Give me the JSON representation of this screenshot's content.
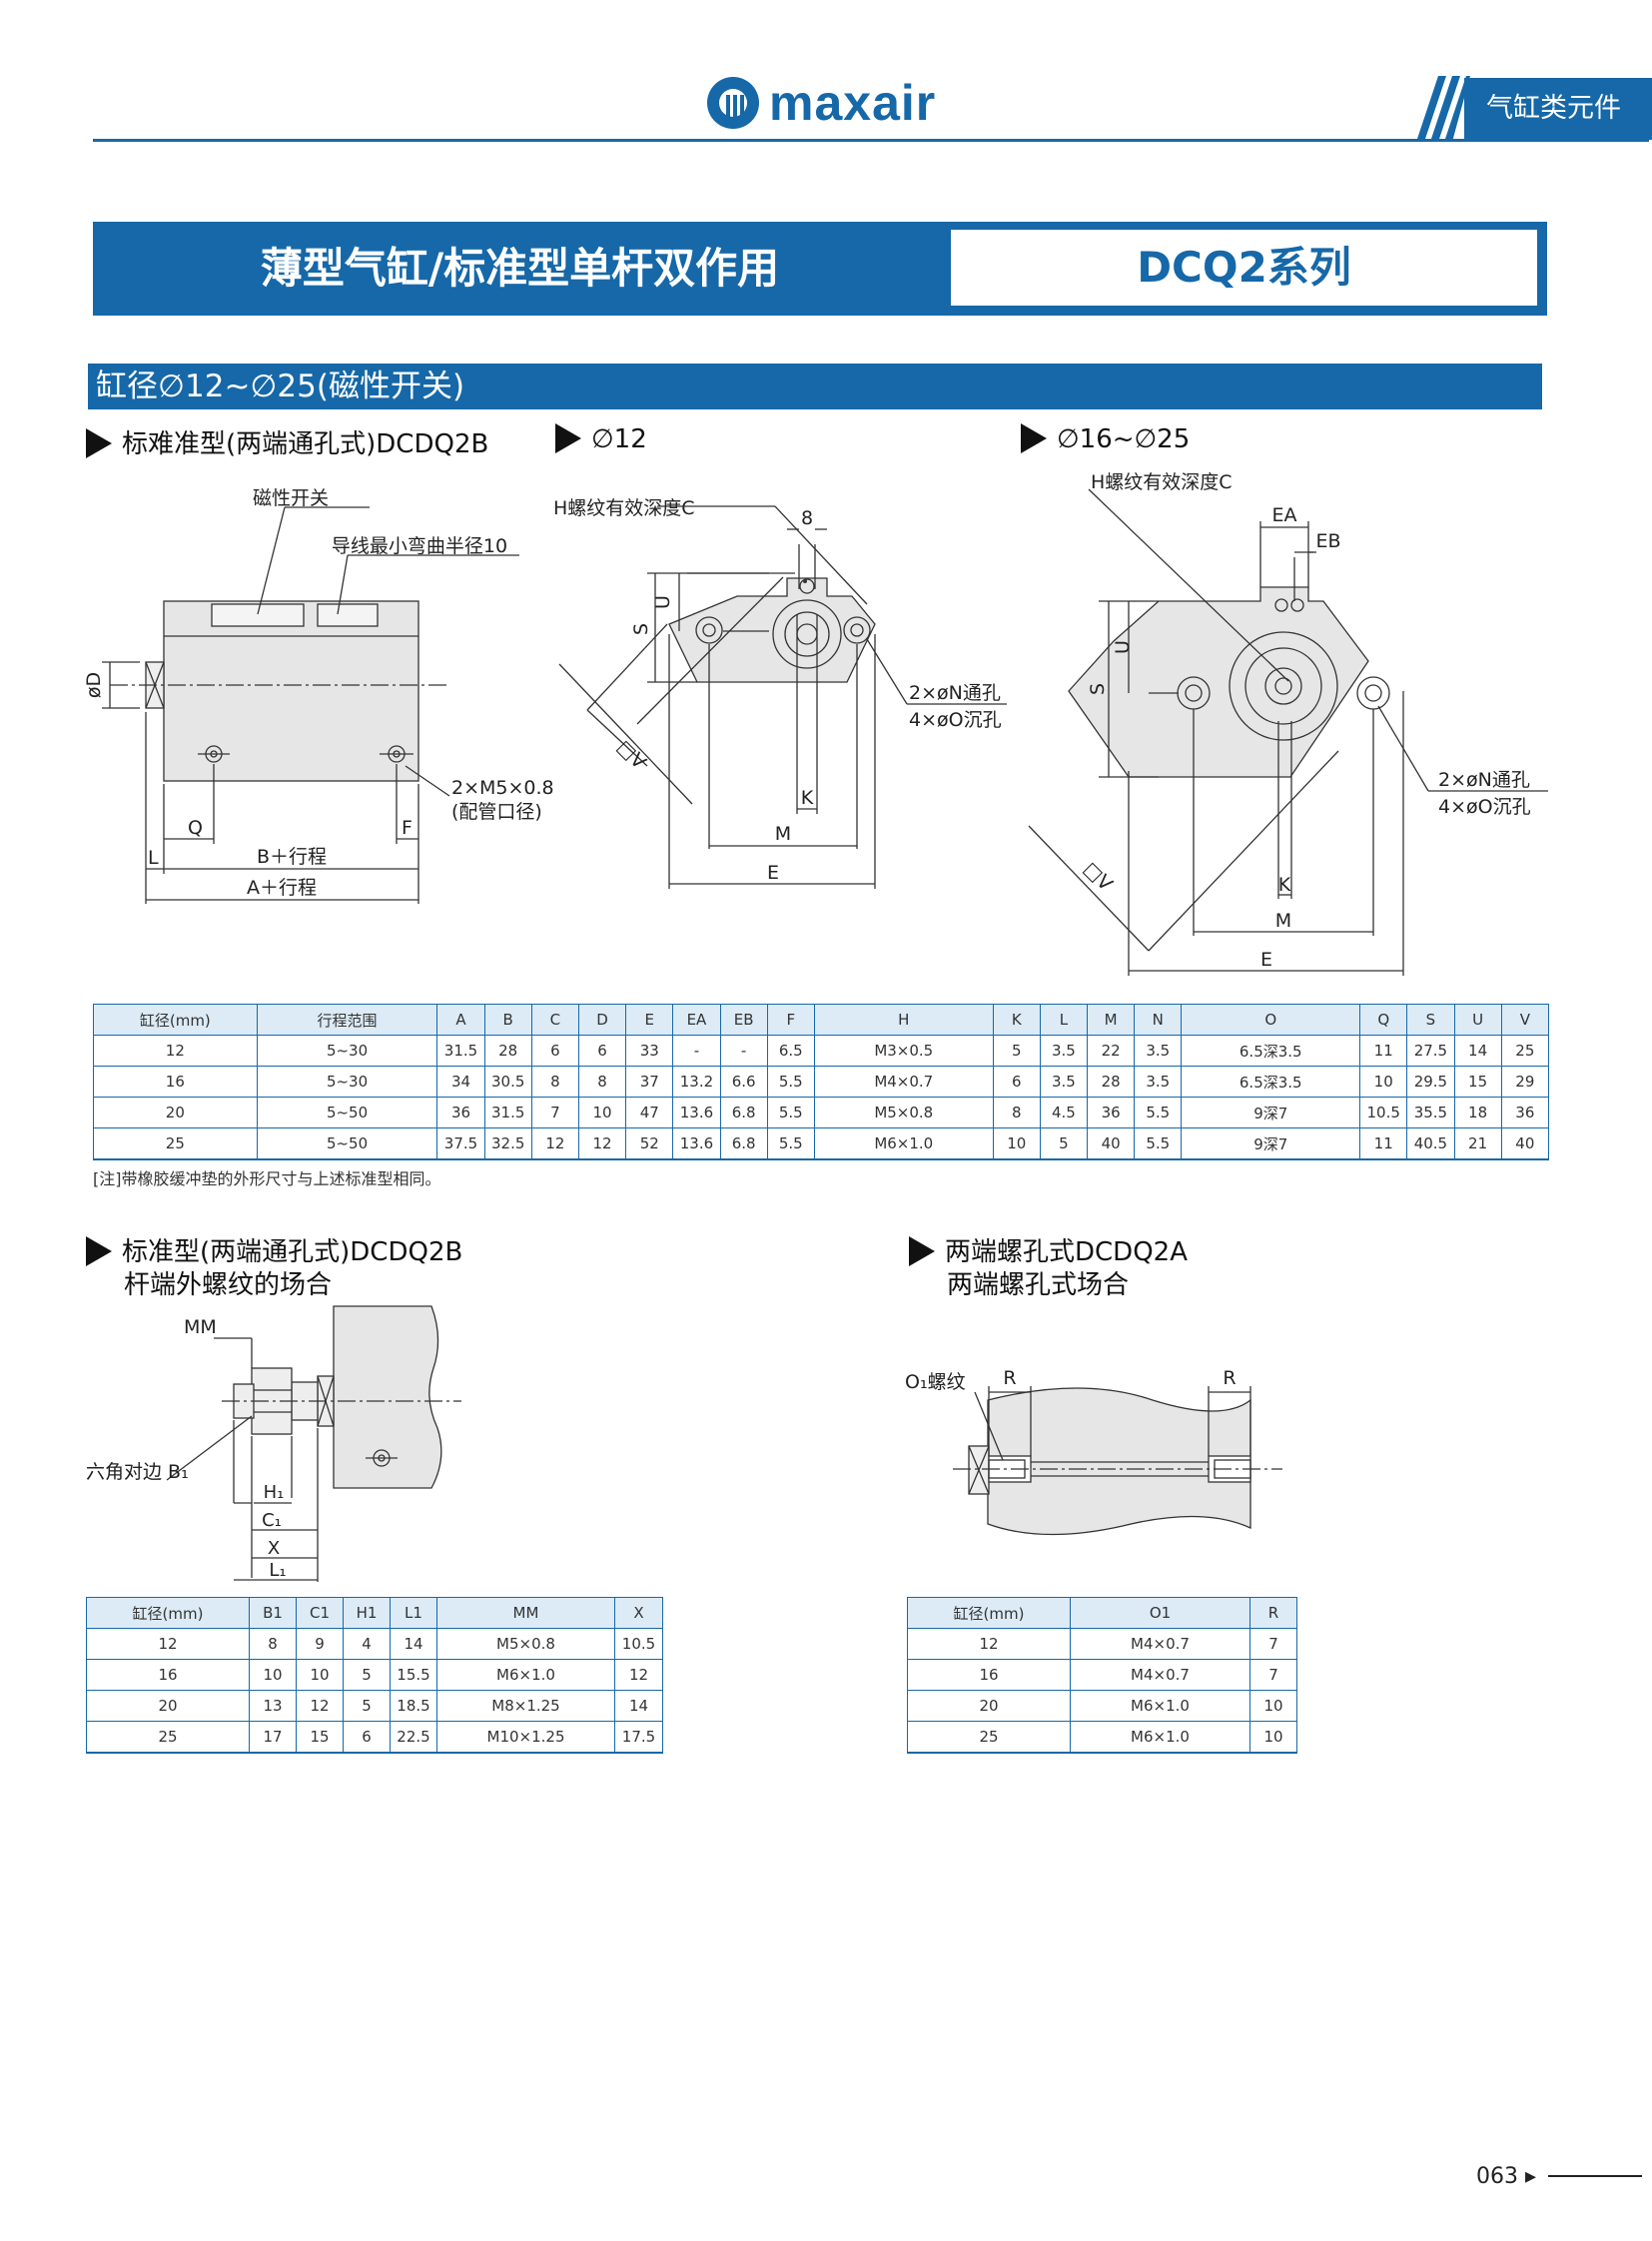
{
  "header": {
    "brand": "maxair",
    "category": "气缸类元件"
  },
  "title": {
    "left": "薄型气缸/标准型单杆双作用",
    "right": "DCQ2系列"
  },
  "section": "缸径∅12~∅25(磁性开关)",
  "subheads": {
    "main": "标难准型(两端通孔式)DCDQ2B",
    "d12": "∅12",
    "d16": "∅16~∅25",
    "rodend_line1": "标准型(两端通孔式)DCDQ2B",
    "rodend_line2": "杆端外螺纹的场合",
    "tapped_line1": "两端螺孔式DCDQ2A",
    "tapped_line2": "两端螺孔式场合"
  },
  "drawing_labels": {
    "switch": "磁性开关",
    "wire": "导线最小弯曲半径10",
    "phiD": "øD",
    "port": "2×M5×0.8",
    "port_sub": "(配管口径)",
    "Q": "Q",
    "F": "F",
    "L": "L",
    "b_stroke": "B＋行程",
    "a_stroke": "A＋行程",
    "h_thread": "H螺纹有效深度C",
    "eight": "8",
    "U": "U",
    "S": "S",
    "V": "□V",
    "K": "K",
    "M": "M",
    "E": "E",
    "EA": "EA",
    "EB": "EB",
    "holes1": "2×øN通孔",
    "holes2": "4×øO沉孔",
    "MM": "MM",
    "hex": "六角对边 B₁",
    "H1": "H₁",
    "C1": "C₁",
    "X": "X",
    "L1": "L₁",
    "o1": "O₁螺纹",
    "R": "R"
  },
  "main_table": {
    "headers": [
      "缸径(mm)",
      "行程范围",
      "A",
      "B",
      "C",
      "D",
      "E",
      "EA",
      "EB",
      "F",
      "H",
      "K",
      "L",
      "M",
      "N",
      "O",
      "Q",
      "S",
      "U",
      "V"
    ],
    "rows": [
      [
        "12",
        "5~30",
        "31.5",
        "28",
        "6",
        "6",
        "33",
        "-",
        "-",
        "6.5",
        "M3×0.5",
        "5",
        "3.5",
        "22",
        "3.5",
        "6.5深3.5",
        "11",
        "27.5",
        "14",
        "25"
      ],
      [
        "16",
        "5~30",
        "34",
        "30.5",
        "8",
        "8",
        "37",
        "13.2",
        "6.6",
        "5.5",
        "M4×0.7",
        "6",
        "3.5",
        "28",
        "3.5",
        "6.5深3.5",
        "10",
        "29.5",
        "15",
        "29"
      ],
      [
        "20",
        "5~50",
        "36",
        "31.5",
        "7",
        "10",
        "47",
        "13.6",
        "6.8",
        "5.5",
        "M5×0.8",
        "8",
        "4.5",
        "36",
        "5.5",
        "9深7",
        "10.5",
        "35.5",
        "18",
        "36"
      ],
      [
        "25",
        "5~50",
        "37.5",
        "32.5",
        "12",
        "12",
        "52",
        "13.6",
        "6.8",
        "5.5",
        "M6×1.0",
        "10",
        "5",
        "40",
        "5.5",
        "9深7",
        "11",
        "40.5",
        "21",
        "40"
      ]
    ]
  },
  "note": "[注]带橡胶缓冲垫的外形尺寸与上述标准型相同。",
  "rod_table": {
    "headers": [
      "缸径(mm)",
      "B1",
      "C1",
      "H1",
      "L1",
      "MM",
      "X"
    ],
    "rows": [
      [
        "12",
        "8",
        "9",
        "4",
        "14",
        "M5×0.8",
        "10.5"
      ],
      [
        "16",
        "10",
        "10",
        "5",
        "15.5",
        "M6×1.0",
        "12"
      ],
      [
        "20",
        "13",
        "12",
        "5",
        "18.5",
        "M8×1.25",
        "14"
      ],
      [
        "25",
        "17",
        "15",
        "6",
        "22.5",
        "M10×1.25",
        "17.5"
      ]
    ]
  },
  "tap_table": {
    "headers": [
      "缸径(mm)",
      "O1",
      "R"
    ],
    "rows": [
      [
        "12",
        "M4×0.7",
        "7"
      ],
      [
        "16",
        "M4×0.7",
        "7"
      ],
      [
        "20",
        "M6×1.0",
        "10"
      ],
      [
        "25",
        "M6×1.0",
        "10"
      ]
    ]
  },
  "page_number": "063 ▸"
}
